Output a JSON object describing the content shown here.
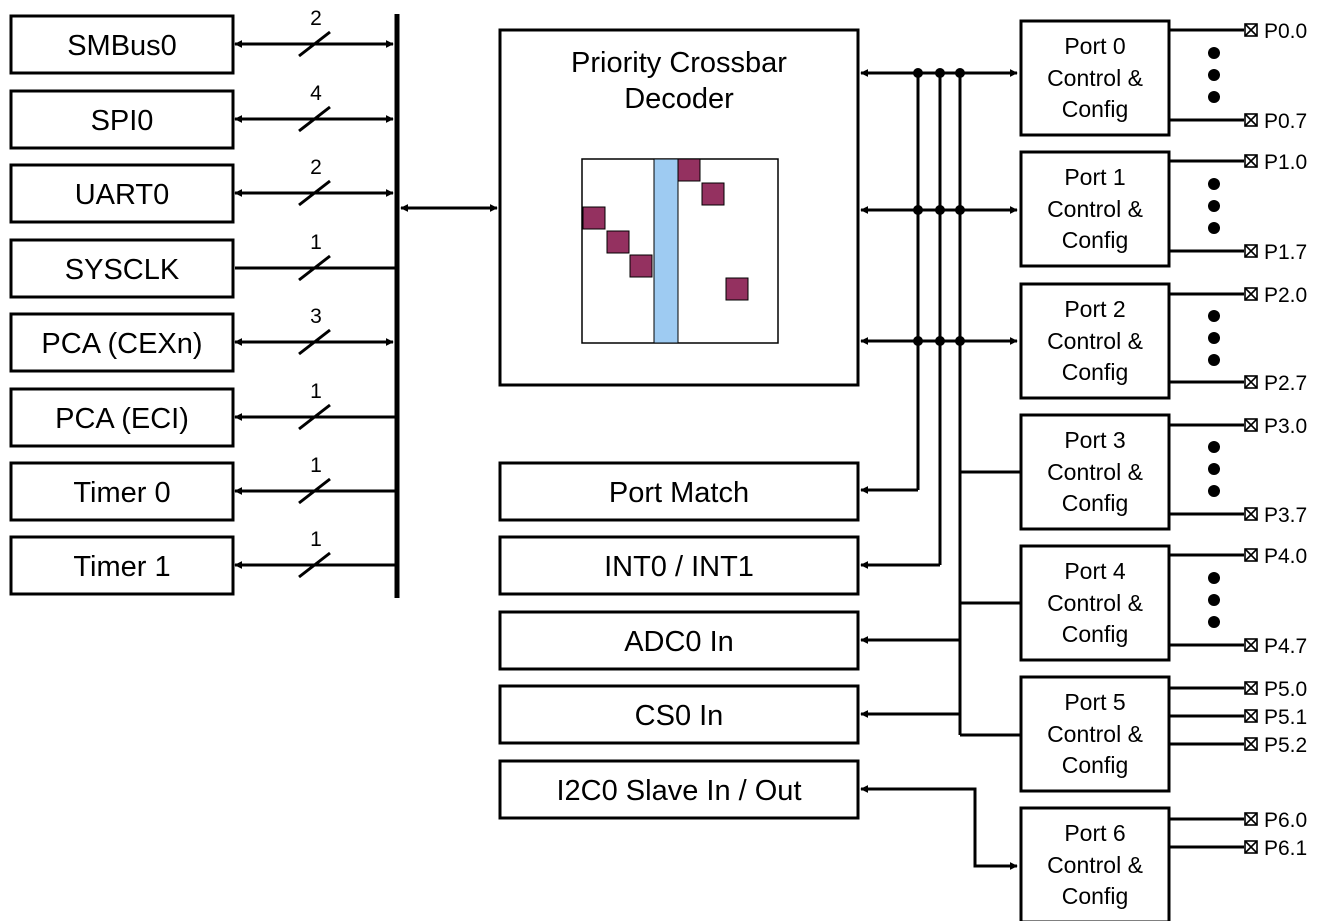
{
  "peripherals": [
    {
      "label": "SMBus0",
      "count": "2"
    },
    {
      "label": "SPI0",
      "count": "4"
    },
    {
      "label": "UART0",
      "count": "2"
    },
    {
      "label": "SYSCLK",
      "count": "1"
    },
    {
      "label": "PCA (CEXn)",
      "count": "3"
    },
    {
      "label": "PCA (ECI)",
      "count": "1"
    },
    {
      "label": "Timer 0",
      "count": "1"
    },
    {
      "label": "Timer 1",
      "count": "1"
    }
  ],
  "crossbar": {
    "title_line1": "Priority Crossbar",
    "title_line2": "Decoder",
    "colors": {
      "cell": "#943160",
      "bar": "#9ecbf2"
    }
  },
  "functions": [
    {
      "label": "Port Match"
    },
    {
      "label": "INT0 / INT1"
    },
    {
      "label": "ADC0 In"
    },
    {
      "label": "CS0 In"
    },
    {
      "label": "I2C0 Slave In / Out"
    }
  ],
  "ports": [
    {
      "line1": "Port 0",
      "line2": "Control &",
      "line3": "Config",
      "pins": [
        "P0.0",
        "P0.7"
      ]
    },
    {
      "line1": "Port 1",
      "line2": "Control &",
      "line3": "Config",
      "pins": [
        "P1.0",
        "P1.7"
      ]
    },
    {
      "line1": "Port 2",
      "line2": "Control &",
      "line3": "Config",
      "pins": [
        "P2.0",
        "P2.7"
      ]
    },
    {
      "line1": "Port 3",
      "line2": "Control &",
      "line3": "Config",
      "pins": [
        "P3.0",
        "P3.7"
      ]
    },
    {
      "line1": "Port 4",
      "line2": "Control &",
      "line3": "Config",
      "pins": [
        "P4.0",
        "P4.7"
      ]
    },
    {
      "line1": "Port 5",
      "line2": "Control &",
      "line3": "Config",
      "pins": [
        "P5.0",
        "P5.1",
        "P5.2"
      ]
    },
    {
      "line1": "Port 6",
      "line2": "Control &",
      "line3": "Config",
      "pins": [
        "P6.0",
        "P6.1"
      ]
    }
  ]
}
